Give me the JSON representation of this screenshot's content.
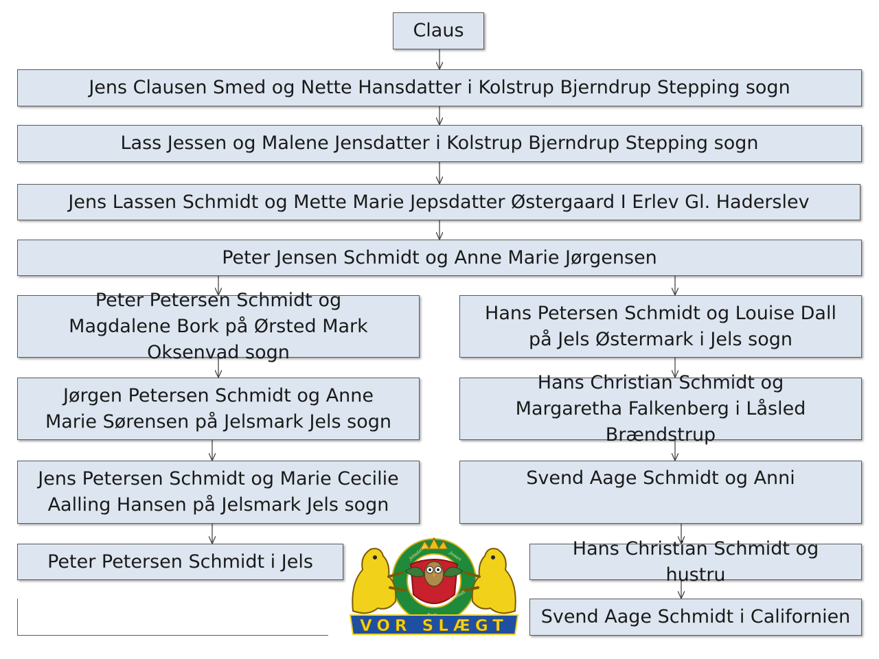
{
  "tree": {
    "root": "Claus",
    "generations": [
      "Jens Clausen Smed og Nette Hansdatter i Kolstrup Bjerndrup Stepping sogn",
      "Lass Jessen og Malene Jensdatter i Kolstrup Bjerndrup Stepping sogn",
      "Jens Lassen Schmidt og  Mette Marie  Jepsdatter  Østergaard I  Erlev Gl. Haderslev",
      "Peter Jensen Schmidt og Anne Marie Jørgensen"
    ],
    "left_branch": [
      "Peter Petersen Schmidt og Magdalene Bork på Ørsted Mark Oksenvad sogn",
      "Jørgen Petersen Schmidt og Anne Marie Sørensen på Jelsmark Jels sogn",
      "Jens Petersen Schmidt og Marie Cecilie Aalling Hansen på Jelsmark Jels sogn",
      "Peter Petersen Schmidt i Jels"
    ],
    "right_branch": [
      "Hans Petersen  Schmidt og Louise Dall på Jels Østermark i Jels sogn",
      "Hans Christian Schmidt og Margaretha Falkenberg i Låsled Brændstrup",
      "Svend Aage Schmidt og Anni",
      "Hans Christian Schmidt og hustru",
      "Svend Aage Schmidt i Californien"
    ]
  },
  "emblem": {
    "banner_text": "VOR SLÆGT",
    "ring_names": [
      "Jebsdatter",
      "Bork",
      "Schmidt",
      "Sørensen",
      "Brændstrup",
      "Falkenberg",
      "Jessen",
      "Lassen"
    ],
    "colors": {
      "lion": "#f2d11b",
      "ring": "#1f8a3a",
      "shield": "#c8202c",
      "banner": "#1f4fa0"
    }
  }
}
